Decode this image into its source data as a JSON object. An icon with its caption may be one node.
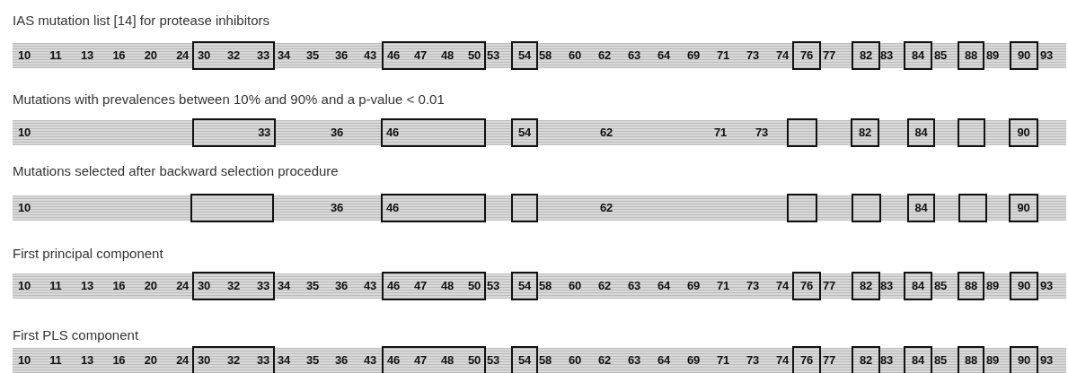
{
  "diagram": {
    "nodes": [
      {
        "text": [
          "IAS mutation list [14] for protease inhibitors",
          "10 11 13 16 20 24",
          "34 35 36 43",
          "53",
          "58 60 62 63 64 69 71 73 74",
          "77",
          "83",
          "85",
          "89",
          "93"
        ]
      },
      {
        "text": [
          "30 32 33"
        ],
        "in": 0
      },
      {
        "text": [
          "46 47 48 50"
        ],
        "in": 0
      },
      {
        "text": [
          "54"
        ],
        "in": 0
      },
      {
        "text": [
          "76"
        ],
        "in": 0
      },
      {
        "text": [
          "82"
        ],
        "in": 0
      },
      {
        "text": [
          "84"
        ],
        "in": 0
      },
      {
        "text": [
          "88"
        ],
        "in": 0
      },
      {
        "text": [
          "90"
        ],
        "in": 0
      },
      {
        "text": [
          "Mutations with prevalences between 10% and 90% and a p-value < 0.01",
          "10",
          "36",
          "62",
          "71 73"
        ]
      },
      {
        "text": [
          "33"
        ],
        "in": 9
      },
      {
        "text": [
          "46"
        ],
        "in": 9
      },
      {
        "text": [
          "54"
        ],
        "in": 9
      },
      {
        "text": [],
        "shape": "box",
        "in": 9
      },
      {
        "text": [
          "82"
        ],
        "in": 9
      },
      {
        "text": [
          "84"
        ],
        "in": 9
      },
      {
        "text": [],
        "shape": "box",
        "in": 9
      },
      {
        "text": [
          "90"
        ],
        "in": 9
      },
      {
        "text": [
          "Mutations selected after backward selection procedure",
          "10",
          "36",
          "62"
        ]
      },
      {
        "text": [],
        "shape": "box",
        "in": 18
      },
      {
        "text": [
          "46"
        ],
        "in": 18
      },
      {
        "text": [],
        "shape": "box",
        "in": 18
      },
      {
        "text": [],
        "shape": "box",
        "in": 18
      },
      {
        "text": [],
        "shape": "box",
        "in": 18
      },
      {
        "text": [
          "84"
        ],
        "in": 18
      },
      {
        "text": [],
        "shape": "box",
        "in": 18
      },
      {
        "text": [
          "90"
        ],
        "in": 18
      },
      {
        "text": [
          "First principal component",
          "10 11 13 16 20 24",
          "34 35 36 43",
          "53",
          "58 60 62 63 64 69 71 73 74",
          "77",
          "83",
          "85",
          "89",
          "93"
        ]
      },
      {
        "text": [
          "30 32 33"
        ],
        "in": 27
      },
      {
        "text": [
          "46 47 48 50"
        ],
        "in": 27
      },
      {
        "text": [
          "54"
        ],
        "in": 27
      },
      {
        "text": [
          "76"
        ],
        "in": 27
      },
      {
        "text": [
          "82"
        ],
        "in": 27
      },
      {
        "text": [
          "84"
        ],
        "in": 27
      },
      {
        "text": [
          "88"
        ],
        "in": 27
      },
      {
        "text": [
          "90"
        ],
        "in": 27
      },
      {
        "text": [
          "First PLS component",
          "10 11 13 16 20 24",
          "34 35 36 43",
          "53",
          "58 60 62 63 64 69 71 73 74",
          "77",
          "83",
          "85",
          "89",
          "93"
        ]
      },
      {
        "text": [
          "30 32 33"
        ],
        "in": 36
      },
      {
        "text": [
          "46 47 48 50"
        ],
        "in": 36
      },
      {
        "text": [
          "54"
        ],
        "in": 36
      },
      {
        "text": [
          "76"
        ],
        "in": 36
      },
      {
        "text": [
          "82"
        ],
        "in": 36
      },
      {
        "text": [
          "84"
        ],
        "in": 36
      },
      {
        "text": [
          "88"
        ],
        "in": 36
      },
      {
        "text": [
          "90"
        ],
        "in": 36
      }
    ],
    "edges": []
  }
}
